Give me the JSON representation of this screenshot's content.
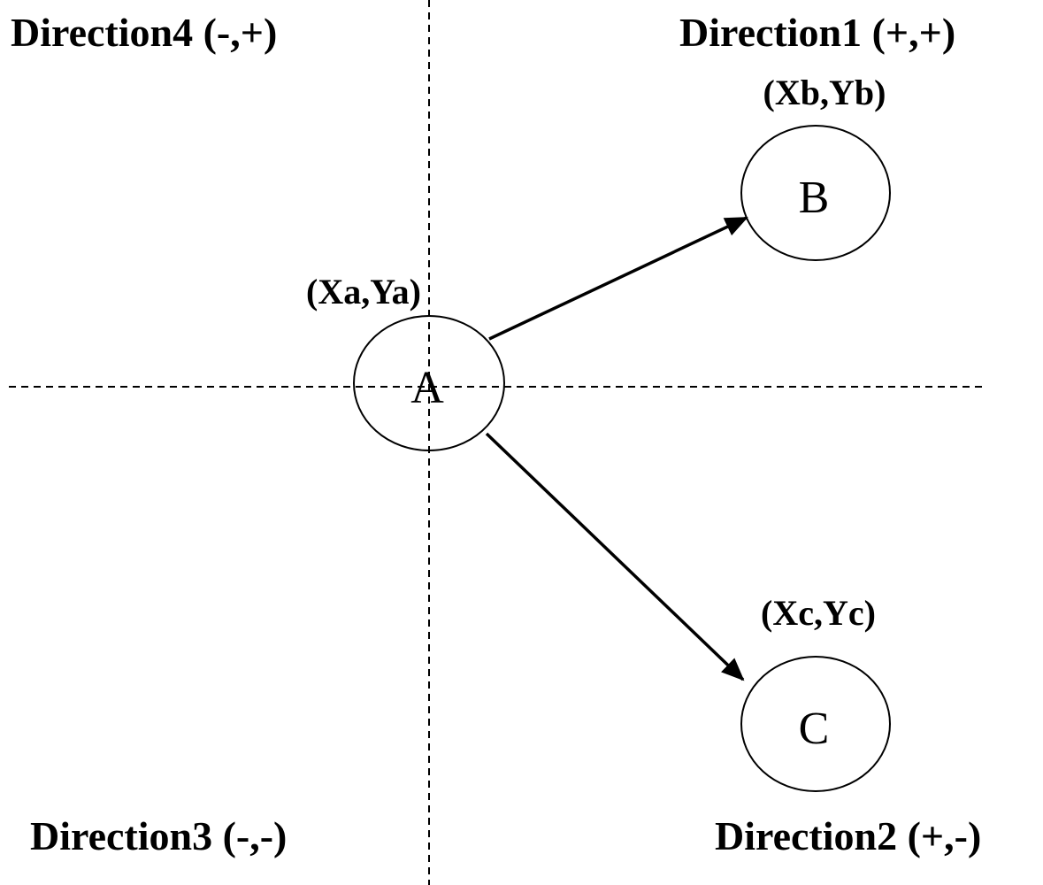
{
  "quadrants": {
    "q1": "Direction1 (+,+)",
    "q2": "Direction2 (+,-)",
    "q3": "Direction3 (-,-)",
    "q4": "Direction4 (-,+)"
  },
  "nodes": {
    "a": {
      "label": "A",
      "coord": "(Xa,Ya)"
    },
    "b": {
      "label": "B",
      "coord": "(Xb,Yb)"
    },
    "c": {
      "label": "C",
      "coord": "(Xc,Yc)"
    }
  },
  "edges": [
    {
      "from": "A",
      "to": "B"
    },
    {
      "from": "A",
      "to": "C"
    }
  ],
  "colors": {
    "background": "#ffffff",
    "ink": "#000000"
  }
}
